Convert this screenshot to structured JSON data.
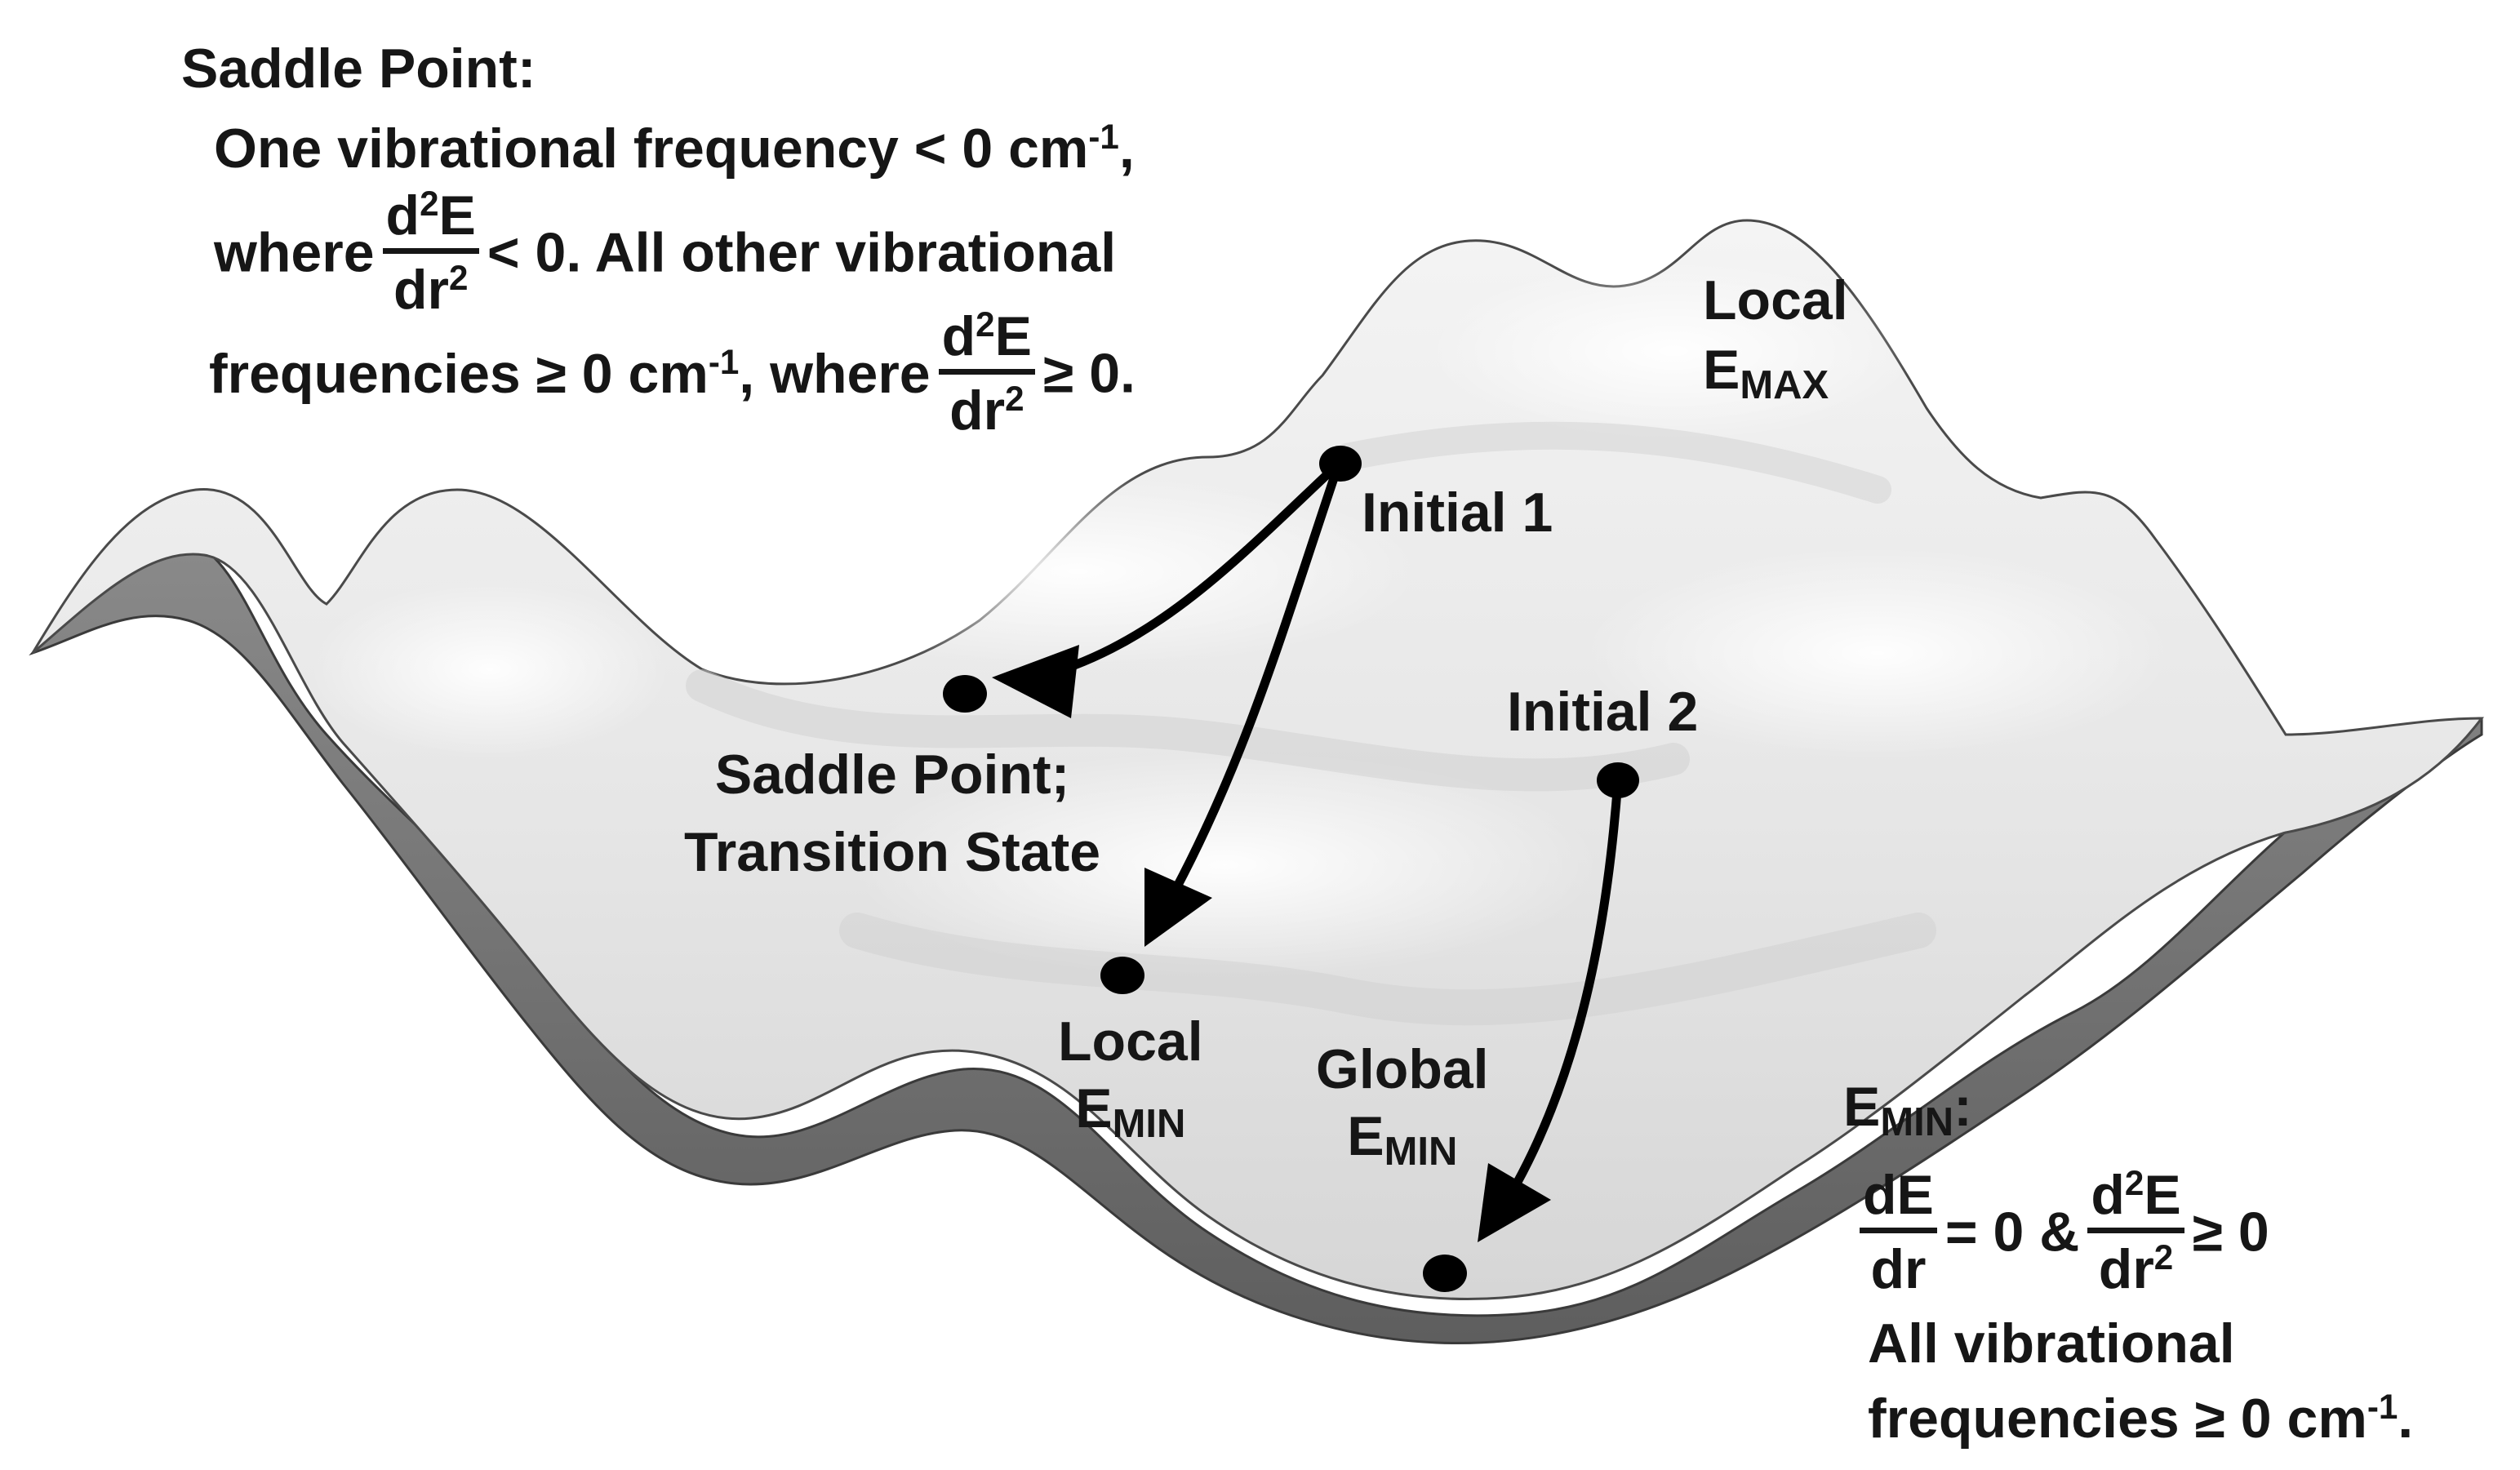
{
  "saddle_note": {
    "heading": "Saddle Point:",
    "line1_text": "One vibrational frequency < 0 cm",
    "line1_exp": "-1",
    "line1_end": ",",
    "line2_pre": "where",
    "frac_num_d": "d",
    "frac_num_exp": "2",
    "frac_num_e": "E",
    "frac_den_dr": "dr",
    "frac_den_exp": "2",
    "line2_post": "< 0. All other vibrational",
    "line3_pre": "frequencies ≥ 0 cm",
    "line3_exp": "-1",
    "line3_mid": ", where",
    "line3_post": "≥ 0."
  },
  "labels": {
    "local_max_line1": "Local",
    "local_max_e": "E",
    "local_max_sub": "MAX",
    "initial1": "Initial 1",
    "initial2": "Initial 2",
    "saddle_line1": "Saddle Point;",
    "saddle_line2": "Transition State",
    "local_min_line1": "Local",
    "local_min_e": "E",
    "local_min_sub": "MIN",
    "global_min_line1": "Global",
    "global_min_e": "E",
    "global_min_sub": "MIN"
  },
  "emin_note": {
    "heading_e": "E",
    "heading_sub": "MIN",
    "heading_colon": ":",
    "frac1_num": "dE",
    "frac1_den": "dr",
    "mid": "= 0 &",
    "frac2_num_d": "d",
    "frac2_num_exp": "2",
    "frac2_num_e": "E",
    "frac2_den_dr": "dr",
    "frac2_den_exp": "2",
    "post": "≥ 0",
    "line2": "All vibrational",
    "line3_pre": "frequencies ≥ 0 cm",
    "line3_exp": "-1",
    "line3_end": "."
  }
}
